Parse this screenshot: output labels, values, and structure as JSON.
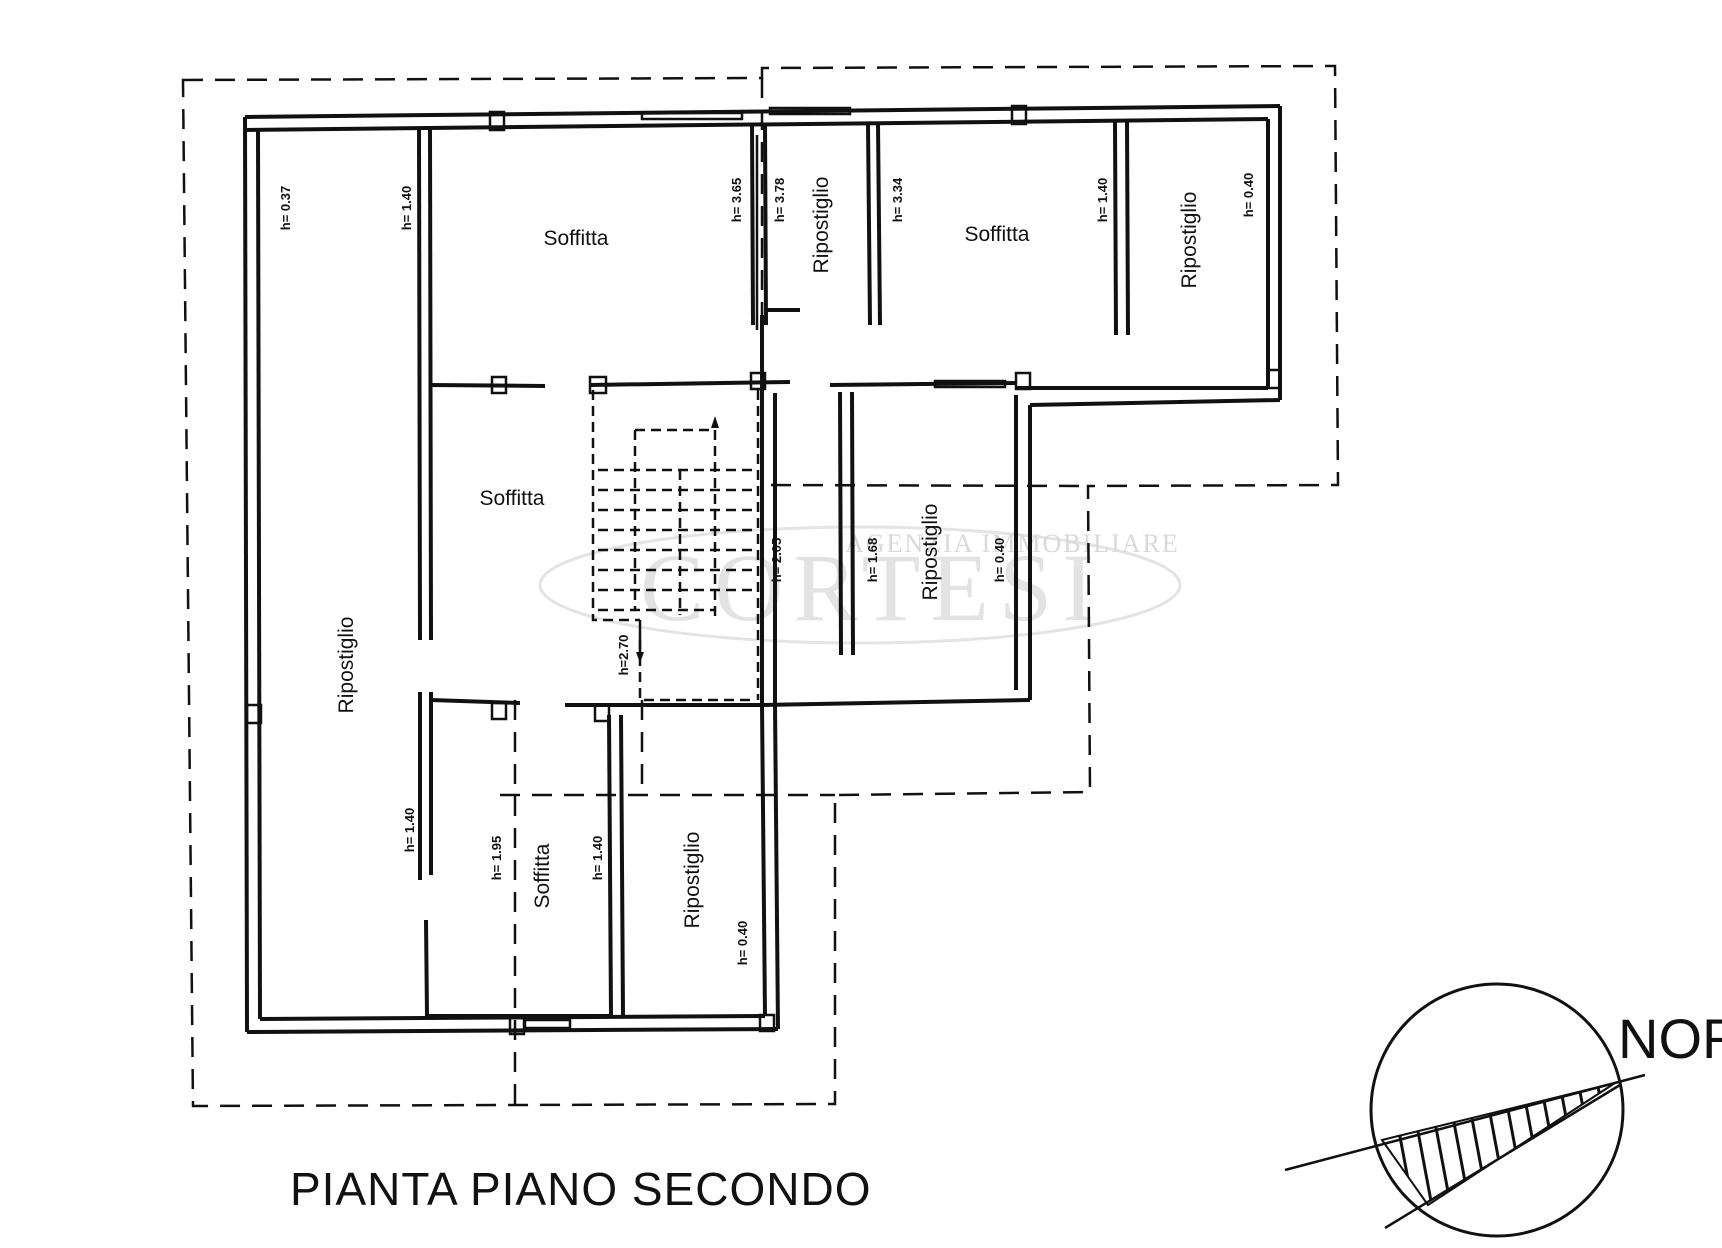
{
  "title": "PIANTA PIANO SECONDO",
  "north_label": "NORD",
  "watermark": {
    "line1": "AGENZIA IMMOBILIARE",
    "line2": "CORTESI"
  },
  "rooms": [
    {
      "id": "ripostiglio-west",
      "name": "Ripostiglio"
    },
    {
      "id": "soffitta-north",
      "name": "Soffitta"
    },
    {
      "id": "ripostiglio-north-small",
      "name": "Ripostiglio"
    },
    {
      "id": "soffitta-northeast",
      "name": "Soffitta"
    },
    {
      "id": "ripostiglio-northeast",
      "name": "Ripostiglio"
    },
    {
      "id": "soffitta-center",
      "name": "Soffitta"
    },
    {
      "id": "ripostiglio-east",
      "name": "Ripostiglio"
    },
    {
      "id": "soffitta-south",
      "name": "Soffitta"
    },
    {
      "id": "ripostiglio-south",
      "name": "Ripostiglio"
    }
  ],
  "heights": [
    "h= 0.37",
    "h= 1.40",
    "h= 3.65",
    "h= 3.78",
    "h= 3.34",
    "h= 1.40",
    "h= 0.40",
    "h= 2.05",
    "h= 1.68",
    "h= 0.40",
    "h=2.70",
    "h= 1.40",
    "h= 1.95",
    "h= 1.40",
    "h= 0.40"
  ]
}
